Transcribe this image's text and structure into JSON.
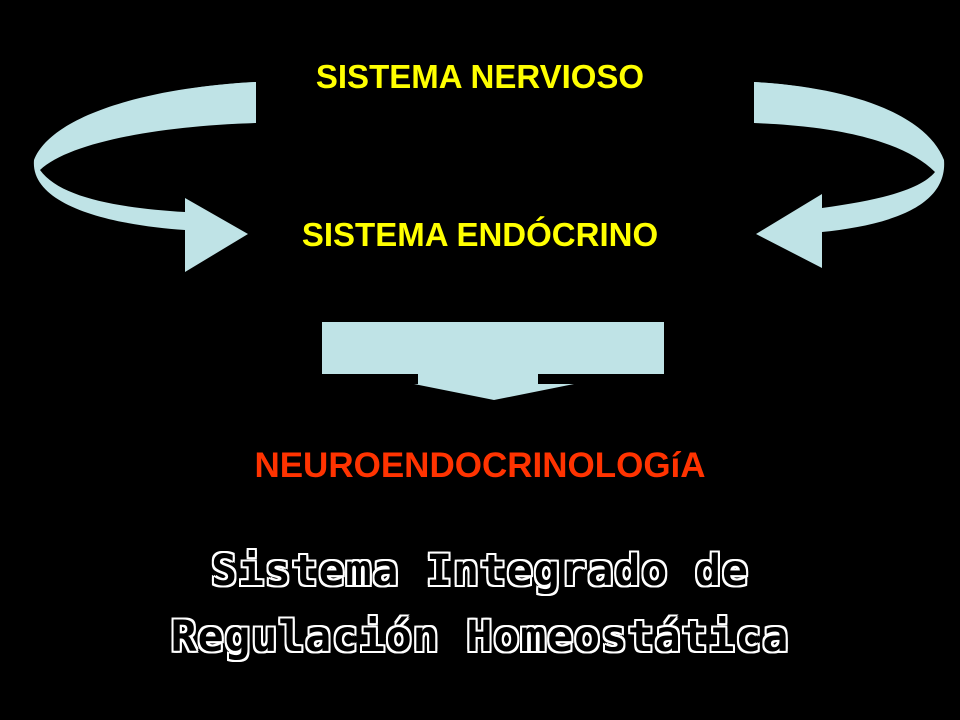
{
  "diagram": {
    "top_label": "SISTEMA NERVIOSO",
    "middle_label": "SISTEMA ENDÓCRINO",
    "result_label": "NEUROENDOCRINOLOGíA",
    "subtitle_line1": "Sistema Integrado de",
    "subtitle_line2": "Regulación Homeostática"
  },
  "colors": {
    "background": "#000000",
    "system_label": "#ffff00",
    "result_label": "#ff3300",
    "arrow_fill": "#bfe3e6",
    "arrow_shade": "#97bcc0"
  }
}
